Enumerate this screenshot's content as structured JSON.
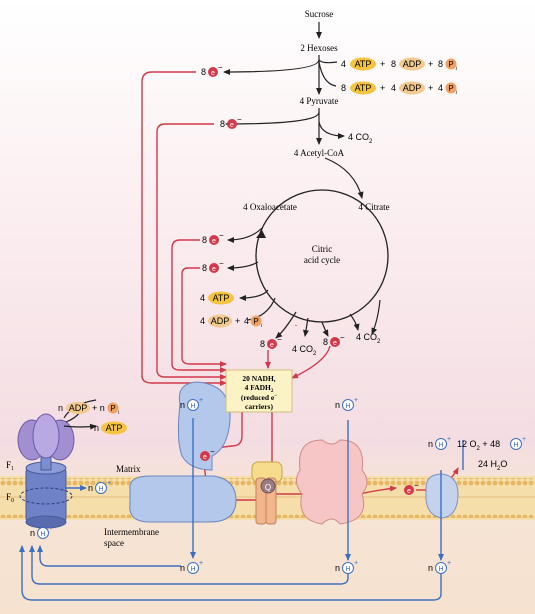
{
  "metabolites": {
    "sucrose": "Sucrose",
    "hexoses": "2 Hexoses",
    "pyruvate": "4 Pyruvate",
    "co2_from_pyruvate": "4 CO",
    "acetyl_coa": "4 Acetyl-CoA",
    "citrate": "4 Citrate",
    "oxaloacetate": "4 Oxaloacetate",
    "co2_cycle_a": "4 CO",
    "co2_cycle_b": "4 CO"
  },
  "cycle": {
    "line1": "Citric",
    "line2": "acid cycle"
  },
  "glycolysis_yield": {
    "row1": {
      "atp_coef": "4",
      "atp": "ATP",
      "plus": "+",
      "adp_coef": "8",
      "adp": "ADP",
      "pi_coef": "8",
      "pi": "P"
    },
    "row2": {
      "atp_coef": "8",
      "atp": "ATP",
      "plus": "+",
      "adp_coef": "4",
      "adp": "ADP",
      "pi_coef": "4",
      "pi": "P"
    }
  },
  "cycle_atp": {
    "atp_coef": "4",
    "atp": "ATP",
    "adp_coef": "4",
    "adp": "ADP",
    "plus": "+",
    "pi_coef": "4",
    "pi": "P"
  },
  "electrons": {
    "from_hexoses": "8",
    "from_pyruvate": "8",
    "from_cycle_1": "8",
    "from_cycle_2": "8",
    "from_cycle_3": "8",
    "from_cycle_4": "8",
    "symbol": "e",
    "charge": "−"
  },
  "carriers": {
    "line1": "20 NADH,",
    "line2": "4 FADH",
    "line3": "(reduced e",
    "line4": "carriers)"
  },
  "membrane": {
    "matrix_label": "Matrix",
    "intermembrane_label1": "Intermembrane",
    "intermembrane_label2": "space",
    "f1_label": "F",
    "f1_sub": "1",
    "f0_label": "F",
    "f0_sub": "0"
  },
  "atp_synthase": {
    "adp_prefix": "n",
    "adp": "ADP",
    "plus": "+ n",
    "pi": "P",
    "atp_prefix": "n",
    "atp": "ATP",
    "proton_prefix": "n"
  },
  "protons": {
    "prefix": "n",
    "symbol": "H",
    "charge": "+"
  },
  "oxidase": {
    "o2": "12 O",
    "plus": "+ 48",
    "water": "24 H",
    "water_suffix": "O"
  },
  "q_label": "Q",
  "colors": {
    "arrow_red": "#d2394a",
    "arrow_blue": "#3d6fc0",
    "atp_yellow": "#f4c33f",
    "adp_tan": "#f2c98e",
    "pi_orange": "#f0a060",
    "membrane": "#f3d38c",
    "carrier_box": "#fbf3c5"
  }
}
